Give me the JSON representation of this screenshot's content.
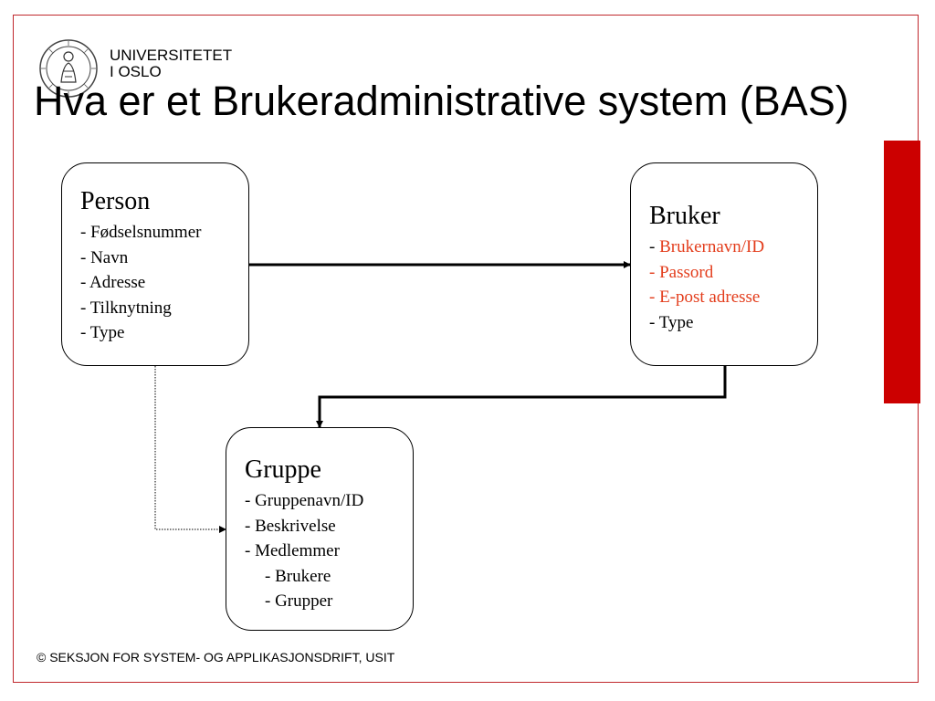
{
  "header": {
    "university_line1": "UNIVERSITETET",
    "university_line2": "I OSLO",
    "title": "Hva er et Brukeradministrative system (BAS)"
  },
  "diagram": {
    "person": {
      "title": "Person",
      "items": [
        "- Fødselsnummer",
        "- Navn",
        "- Adresse",
        "- Tilknytning",
        "- Type"
      ]
    },
    "bruker": {
      "title": "Bruker",
      "items": [
        {
          "prefix": "- ",
          "text": "Brukernavn/ID"
        },
        {
          "prefix": "",
          "text": "- Passord"
        },
        {
          "prefix": "",
          "text": "- E-post adresse"
        },
        {
          "prefix": "",
          "text": "- Type"
        }
      ]
    },
    "gruppe": {
      "title": "Gruppe",
      "items": [
        "- Gruppenavn/ID",
        "- Beskrivelse",
        "- Medlemmer"
      ],
      "sub_items": [
        "- Brukere",
        "- Grupper"
      ]
    }
  },
  "footer": {
    "text": "© SEKSJON FOR SYSTEM- OG APPLIKASJONSDRIFT, USIT"
  },
  "colors": {
    "frame_border": "#c0282d",
    "side_bar": "#cc0000",
    "highlight_text": "#e33d1c"
  }
}
